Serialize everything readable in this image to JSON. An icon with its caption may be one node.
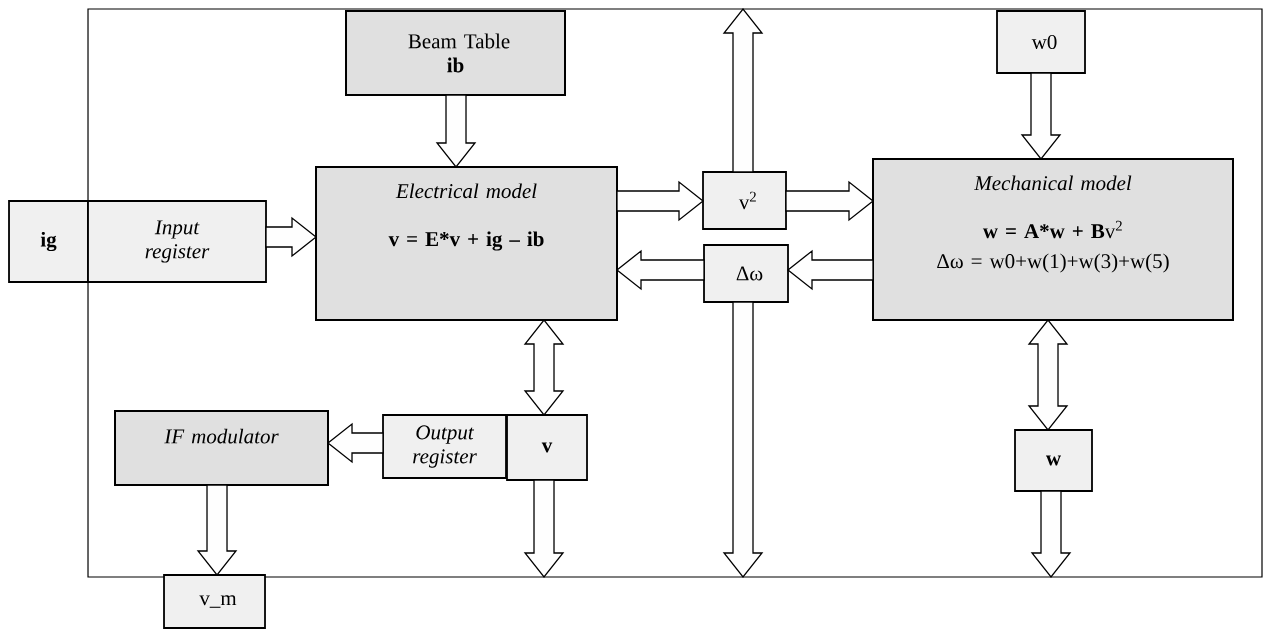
{
  "diagram": {
    "nodes": [
      {
        "text": [],
        "shape": "box"
      },
      {
        "text": [
          "Beam Table",
          "ib"
        ],
        "in": 0
      },
      {
        "text": [
          "w0"
        ],
        "in": 0
      },
      {
        "text": [
          "ig"
        ]
      },
      {
        "text": [
          "Input register"
        ],
        "in": 0
      },
      {
        "text": [
          "Electrical model",
          "v = E*v + ig – ib"
        ],
        "in": 0
      },
      {
        "text": [
          "v$^{2}$"
        ],
        "in": 0
      },
      {
        "text": [
          "Δω"
        ],
        "in": 0
      },
      {
        "text": [
          "Mechanical model",
          "**w = A*w + B**v$^{2}$",
          "Δω = w0+w(1)+w(3)+w(5)"
        ],
        "in": 0
      },
      {
        "text": [
          "IF modulator"
        ],
        "in": 0
      },
      {
        "text": [
          "Output register"
        ],
        "in": 0
      },
      {
        "text": [
          "v"
        ],
        "in": 0
      },
      {
        "text": [
          "w"
        ],
        "in": 0
      },
      {
        "text": [
          "v_m"
        ]
      }
    ],
    "edges": [
      {
        "from": 1,
        "to": 5,
        "arrow": "to"
      },
      {
        "from": 2,
        "to": 8,
        "arrow": "to"
      },
      {
        "from": 4,
        "to": 5,
        "arrow": "to"
      },
      {
        "from": 5,
        "to": 6,
        "arrow": "to"
      },
      {
        "from": 6,
        "to": 8,
        "arrow": "to"
      },
      {
        "from": 6,
        "to": 0,
        "arrow": "to"
      },
      {
        "from": 8,
        "to": 7,
        "arrow": "to"
      },
      {
        "from": 7,
        "to": 5,
        "arrow": "to"
      },
      {
        "from": 7,
        "to": 0,
        "arrow": "to"
      },
      {
        "from": 5,
        "to": 11,
        "arrow": "both"
      },
      {
        "from": 11,
        "to": 0,
        "arrow": "to"
      },
      {
        "from": 10,
        "to": 9,
        "arrow": "to"
      },
      {
        "from": 9,
        "to": 13,
        "arrow": "to"
      },
      {
        "from": 8,
        "to": 12,
        "arrow": "both"
      },
      {
        "from": 12,
        "to": 0,
        "arrow": "to"
      }
    ]
  }
}
